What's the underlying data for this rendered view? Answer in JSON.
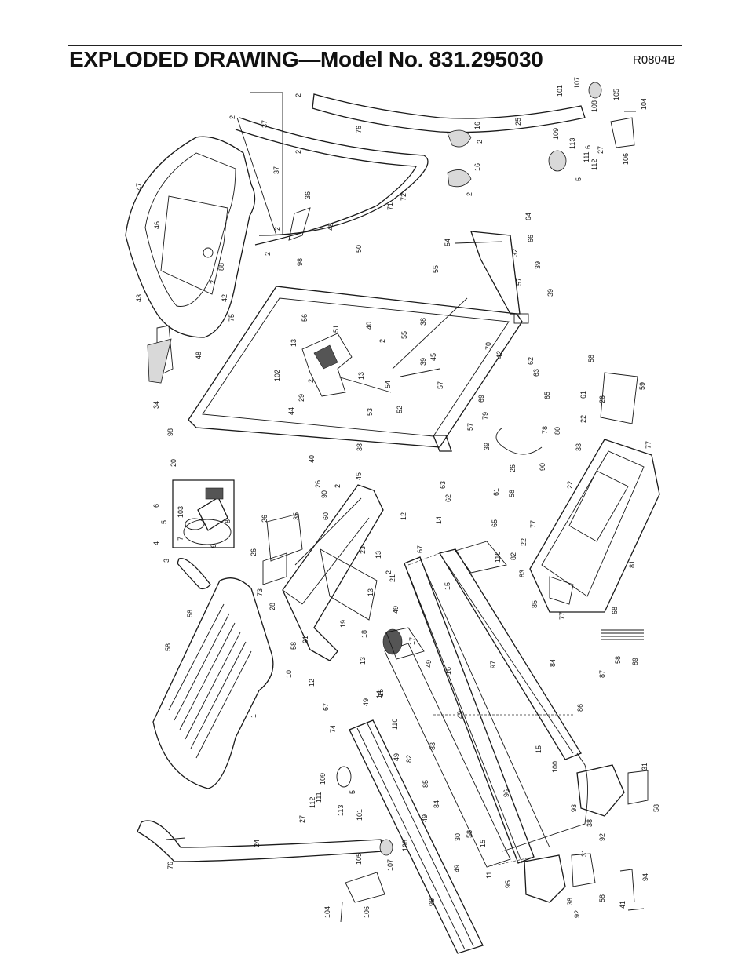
{
  "header": {
    "title": "EXPLODED DRAWING—Model No. 831.295030",
    "drawing_id": "R0804B"
  },
  "part_labels": [
    {
      "id": "p1",
      "text": "2"
    },
    {
      "id": "p2",
      "text": "2"
    },
    {
      "id": "p3",
      "text": "37"
    },
    {
      "id": "p4",
      "text": "2"
    },
    {
      "id": "p5",
      "text": "37"
    },
    {
      "id": "p6",
      "text": "76"
    },
    {
      "id": "p7",
      "text": "16"
    },
    {
      "id": "p8",
      "text": "2"
    },
    {
      "id": "p9",
      "text": "16"
    },
    {
      "id": "p10",
      "text": "2"
    },
    {
      "id": "p11",
      "text": "72"
    },
    {
      "id": "p12",
      "text": "71"
    },
    {
      "id": "p13",
      "text": "25"
    },
    {
      "id": "p14",
      "text": "101"
    },
    {
      "id": "p15",
      "text": "107"
    },
    {
      "id": "p16",
      "text": "108"
    },
    {
      "id": "p17",
      "text": "105"
    },
    {
      "id": "p18",
      "text": "104"
    },
    {
      "id": "p19",
      "text": "109"
    },
    {
      "id": "p20",
      "text": "113"
    },
    {
      "id": "p21",
      "text": "6"
    },
    {
      "id": "p22",
      "text": "27"
    },
    {
      "id": "p23",
      "text": "111"
    },
    {
      "id": "p24",
      "text": "112"
    },
    {
      "id": "p25",
      "text": "5"
    },
    {
      "id": "p26",
      "text": "106"
    },
    {
      "id": "p27",
      "text": "47"
    },
    {
      "id": "p28",
      "text": "46"
    },
    {
      "id": "p29",
      "text": "36"
    },
    {
      "id": "p30",
      "text": "2"
    },
    {
      "id": "p31",
      "text": "48"
    },
    {
      "id": "p32",
      "text": "50"
    },
    {
      "id": "p33",
      "text": "2"
    },
    {
      "id": "p34",
      "text": "88"
    },
    {
      "id": "p35",
      "text": "2"
    },
    {
      "id": "p36",
      "text": "98"
    },
    {
      "id": "p37",
      "text": "43"
    },
    {
      "id": "p38",
      "text": "42"
    },
    {
      "id": "p39",
      "text": "75"
    },
    {
      "id": "p40",
      "text": "54"
    },
    {
      "id": "p41",
      "text": "55"
    },
    {
      "id": "p42",
      "text": "66"
    },
    {
      "id": "p43",
      "text": "64"
    },
    {
      "id": "p44",
      "text": "32"
    },
    {
      "id": "p45",
      "text": "39"
    },
    {
      "id": "p46",
      "text": "57"
    },
    {
      "id": "p47",
      "text": "39"
    },
    {
      "id": "p48",
      "text": "56"
    },
    {
      "id": "p49",
      "text": "40"
    },
    {
      "id": "p50",
      "text": "2"
    },
    {
      "id": "p51",
      "text": "55"
    },
    {
      "id": "p52",
      "text": "38"
    },
    {
      "id": "p53",
      "text": "45"
    },
    {
      "id": "p54",
      "text": "42"
    },
    {
      "id": "p55",
      "text": "70"
    },
    {
      "id": "p56",
      "text": "13"
    },
    {
      "id": "p57",
      "text": "51"
    },
    {
      "id": "p58",
      "text": "48"
    },
    {
      "id": "p59",
      "text": "34"
    },
    {
      "id": "p60",
      "text": "102"
    },
    {
      "id": "p61",
      "text": "13"
    },
    {
      "id": "p62",
      "text": "54"
    },
    {
      "id": "p63",
      "text": "39"
    },
    {
      "id": "p64",
      "text": "57"
    },
    {
      "id": "p65",
      "text": "62"
    },
    {
      "id": "p66",
      "text": "63"
    },
    {
      "id": "p67",
      "text": "58"
    },
    {
      "id": "p68",
      "text": "2"
    },
    {
      "id": "p69",
      "text": "29"
    },
    {
      "id": "p70",
      "text": "44"
    },
    {
      "id": "p71",
      "text": "53"
    },
    {
      "id": "p72",
      "text": "52"
    },
    {
      "id": "p73",
      "text": "69"
    },
    {
      "id": "p74",
      "text": "65"
    },
    {
      "id": "p75",
      "text": "61"
    },
    {
      "id": "p76",
      "text": "59"
    },
    {
      "id": "p77",
      "text": "26"
    },
    {
      "id": "p78",
      "text": "98"
    },
    {
      "id": "p79",
      "text": "79"
    },
    {
      "id": "p80",
      "text": "57"
    },
    {
      "id": "p81",
      "text": "39"
    },
    {
      "id": "p82",
      "text": "22"
    },
    {
      "id": "p83",
      "text": "78"
    },
    {
      "id": "p84",
      "text": "80"
    },
    {
      "id": "p85",
      "text": "33"
    },
    {
      "id": "p86",
      "text": "77"
    },
    {
      "id": "p87",
      "text": "20"
    },
    {
      "id": "p88",
      "text": "40"
    },
    {
      "id": "p89",
      "text": "38"
    },
    {
      "id": "p90",
      "text": "26"
    },
    {
      "id": "p91",
      "text": "2"
    },
    {
      "id": "p92",
      "text": "90"
    },
    {
      "id": "p93",
      "text": "45"
    },
    {
      "id": "p94",
      "text": "90"
    },
    {
      "id": "p95",
      "text": "26"
    },
    {
      "id": "p96",
      "text": "63"
    },
    {
      "id": "p97",
      "text": "62"
    },
    {
      "id": "p98",
      "text": "61"
    },
    {
      "id": "p99",
      "text": "58"
    },
    {
      "id": "p100",
      "text": "22"
    },
    {
      "id": "p101",
      "text": "6"
    },
    {
      "id": "p102",
      "text": "103"
    },
    {
      "id": "p103",
      "text": "5"
    },
    {
      "id": "p104",
      "text": "4"
    },
    {
      "id": "p105",
      "text": "7"
    },
    {
      "id": "p106",
      "text": "8"
    },
    {
      "id": "p107",
      "text": "9"
    },
    {
      "id": "p108",
      "text": "3"
    },
    {
      "id": "p109",
      "text": "35"
    },
    {
      "id": "p110",
      "text": "60"
    },
    {
      "id": "p111",
      "text": "26"
    },
    {
      "id": "p112",
      "text": "26"
    },
    {
      "id": "p113",
      "text": "12"
    },
    {
      "id": "p114",
      "text": "14"
    },
    {
      "id": "p115",
      "text": "65"
    },
    {
      "id": "p116",
      "text": "77"
    },
    {
      "id": "p117",
      "text": "22"
    },
    {
      "id": "p118",
      "text": "73"
    },
    {
      "id": "p119",
      "text": "23"
    },
    {
      "id": "p120",
      "text": "67"
    },
    {
      "id": "p121",
      "text": "13"
    },
    {
      "id": "p122",
      "text": "2"
    },
    {
      "id": "p123",
      "text": "13"
    },
    {
      "id": "p124",
      "text": "21"
    },
    {
      "id": "p125",
      "text": "110"
    },
    {
      "id": "p126",
      "text": "82"
    },
    {
      "id": "p127",
      "text": "15"
    },
    {
      "id": "p128",
      "text": "83"
    },
    {
      "id": "p129",
      "text": "81"
    },
    {
      "id": "p130",
      "text": "28"
    },
    {
      "id": "p131",
      "text": "58"
    },
    {
      "id": "p132",
      "text": "58"
    },
    {
      "id": "p133",
      "text": "19"
    },
    {
      "id": "p134",
      "text": "49"
    },
    {
      "id": "p135",
      "text": "85"
    },
    {
      "id": "p136",
      "text": "77"
    },
    {
      "id": "p137",
      "text": "68"
    },
    {
      "id": "p138",
      "text": "18"
    },
    {
      "id": "p139",
      "text": "17"
    },
    {
      "id": "p140",
      "text": "91"
    },
    {
      "id": "p141",
      "text": "58"
    },
    {
      "id": "p142",
      "text": "13"
    },
    {
      "id": "p143",
      "text": "10"
    },
    {
      "id": "p144",
      "text": "12"
    },
    {
      "id": "p145",
      "text": "49"
    },
    {
      "id": "p146",
      "text": "16"
    },
    {
      "id": "p147",
      "text": "97"
    },
    {
      "id": "p148",
      "text": "84"
    },
    {
      "id": "p149",
      "text": "87"
    },
    {
      "id": "p150",
      "text": "58"
    },
    {
      "id": "p151",
      "text": "89"
    },
    {
      "id": "p152",
      "text": "15"
    },
    {
      "id": "p153",
      "text": "14"
    },
    {
      "id": "p154",
      "text": "1"
    },
    {
      "id": "p155",
      "text": "67"
    },
    {
      "id": "p156",
      "text": "49"
    },
    {
      "id": "p157",
      "text": "74"
    },
    {
      "id": "p158",
      "text": "110"
    },
    {
      "id": "p159",
      "text": "49"
    },
    {
      "id": "p160",
      "text": "86"
    },
    {
      "id": "p161",
      "text": "82"
    },
    {
      "id": "p162",
      "text": "83"
    },
    {
      "id": "p163",
      "text": "49"
    },
    {
      "id": "p164",
      "text": "15"
    },
    {
      "id": "p165",
      "text": "109"
    },
    {
      "id": "p166",
      "text": "100"
    },
    {
      "id": "p167",
      "text": "85"
    },
    {
      "id": "p168",
      "text": "84"
    },
    {
      "id": "p169",
      "text": "96"
    },
    {
      "id": "p170",
      "text": "111"
    },
    {
      "id": "p171",
      "text": "112"
    },
    {
      "id": "p172",
      "text": "5"
    },
    {
      "id": "p173",
      "text": "113"
    },
    {
      "id": "p174",
      "text": "101"
    },
    {
      "id": "p175",
      "text": "27"
    },
    {
      "id": "p176",
      "text": "49"
    },
    {
      "id": "p177",
      "text": "31"
    },
    {
      "id": "p178",
      "text": "58"
    },
    {
      "id": "p179",
      "text": "93"
    },
    {
      "id": "p180",
      "text": "24"
    },
    {
      "id": "p181",
      "text": "108"
    },
    {
      "id": "p182",
      "text": "30"
    },
    {
      "id": "p183",
      "text": "58"
    },
    {
      "id": "p184",
      "text": "15"
    },
    {
      "id": "p185",
      "text": "38"
    },
    {
      "id": "p186",
      "text": "92"
    },
    {
      "id": "p187",
      "text": "76"
    },
    {
      "id": "p188",
      "text": "105"
    },
    {
      "id": "p189",
      "text": "107"
    },
    {
      "id": "p190",
      "text": "11"
    },
    {
      "id": "p191",
      "text": "49"
    },
    {
      "id": "p192",
      "text": "31"
    },
    {
      "id": "p193",
      "text": "95"
    },
    {
      "id": "p194",
      "text": "94"
    },
    {
      "id": "p195",
      "text": "104"
    },
    {
      "id": "p196",
      "text": "106"
    },
    {
      "id": "p197",
      "text": "98"
    },
    {
      "id": "p198",
      "text": "38"
    },
    {
      "id": "p199",
      "text": "58"
    },
    {
      "id": "p200",
      "text": "92"
    },
    {
      "id": "p201",
      "text": "41"
    }
  ]
}
